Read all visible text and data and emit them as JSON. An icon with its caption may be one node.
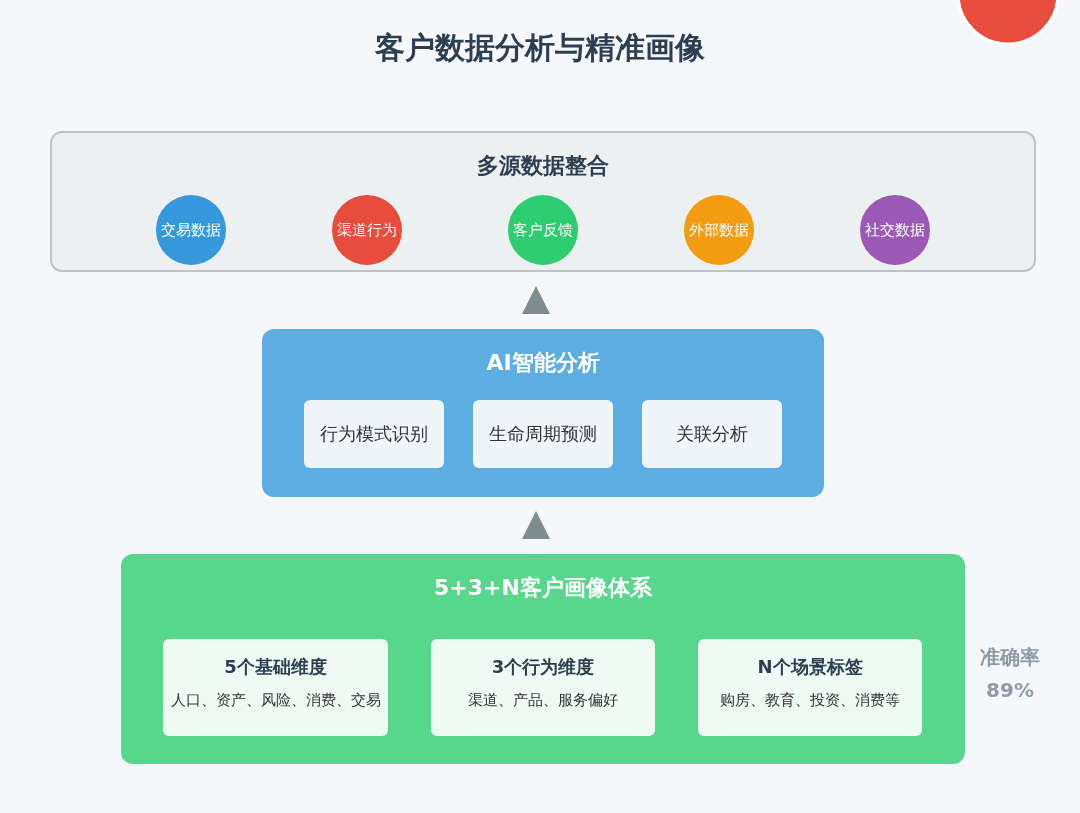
{
  "diagram": {
    "title": "客户数据分析与精准画像",
    "nodes": [
      {
        "text": [
          "多源数据整合"
        ]
      },
      {
        "text": [
          "交易数据"
        ],
        "in": 0
      },
      {
        "text": [
          "渠道行为"
        ],
        "in": 0
      },
      {
        "text": [
          "客户反馈"
        ],
        "in": 0
      },
      {
        "text": [
          "外部数据"
        ],
        "in": 0
      },
      {
        "text": [
          "社交数据"
        ],
        "in": 0
      },
      {
        "text": [
          "AI智能分析"
        ]
      },
      {
        "text": [
          "行为模式识别"
        ],
        "in": 6
      },
      {
        "text": [
          "生命周期预测"
        ],
        "in": 6
      },
      {
        "text": [
          "关联分析"
        ],
        "in": 6
      },
      {
        "text": [
          "5+3+N客户画像体系"
        ]
      },
      {
        "text": [
          "5个基础维度",
          "人口、资产、风险、消费、交易"
        ],
        "in": 10
      },
      {
        "text": [
          "3个行为维度",
          "渠道、产品、服务偏好"
        ],
        "in": 10
      },
      {
        "text": [
          "N个场景标签",
          "购房、教育、投资、消费等"
        ],
        "in": 10
      }
    ],
    "edges": [
      {
        "from": 6,
        "to": 0,
        "arrow": "to"
      },
      {
        "from": 10,
        "to": 6,
        "arrow": "to"
      }
    ],
    "labels": [
      "准确率",
      "89%"
    ]
  }
}
